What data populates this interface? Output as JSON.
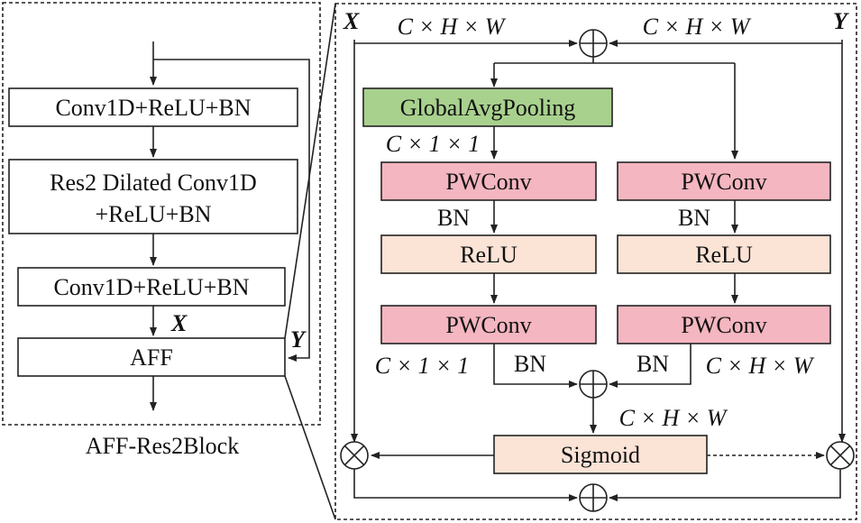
{
  "left_block": {
    "boxes": {
      "conv1": "Conv1D+ReLU+BN",
      "res2_line1": "Res2 Dilated Conv1D",
      "res2_line2": "+ReLU+BN",
      "conv2": "Conv1D+ReLU+BN",
      "aff": "AFF"
    },
    "x_label": "X",
    "y_label": "Y",
    "caption": "AFF-Res2Block"
  },
  "aff_detail": {
    "x_label": "X",
    "y_label": "Y",
    "shape_top_left": "C × H × W",
    "shape_top_right": "C × H × W",
    "gap_box": "GlobalAvgPooling",
    "shape_c11_top": "C × 1 × 1",
    "left_branch": {
      "pwconv1": "PWConv",
      "bn1": "BN",
      "relu": "ReLU",
      "pwconv2": "PWConv",
      "bn2": "BN",
      "shape": "C × 1 × 1"
    },
    "right_branch": {
      "pwconv1": "PWConv",
      "bn1": "BN",
      "relu": "ReLU",
      "pwconv2": "PWConv",
      "bn2": "BN",
      "shape": "C × H × W"
    },
    "shape_after_sum": "C × H × W",
    "sigmoid": "Sigmoid"
  },
  "colors": {
    "gap_fill": "#a9d18e",
    "pwconv_fill": "#f4b6c0",
    "relu_fill": "#fbe3d6",
    "sigmoid_fill": "#fbe3d6",
    "line": "#222222"
  }
}
